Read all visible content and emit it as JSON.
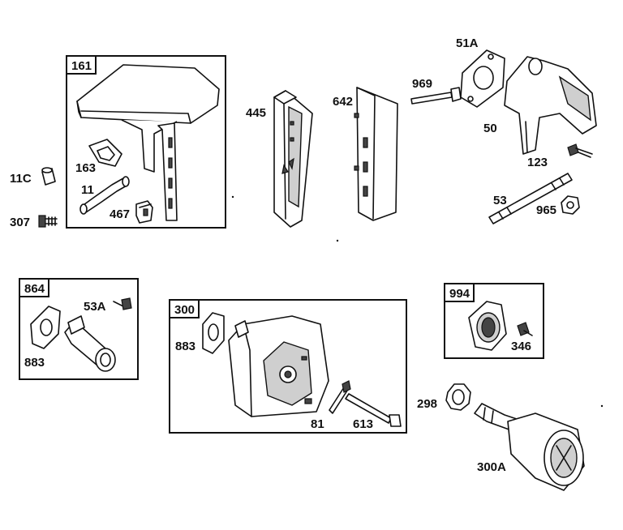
{
  "boxes": [
    {
      "id": "161",
      "label": "161"
    },
    {
      "id": "864",
      "label": "864"
    },
    {
      "id": "300",
      "label": "300"
    },
    {
      "id": "994",
      "label": "994"
    }
  ],
  "labels": {
    "p11c": "11C",
    "p307": "307",
    "p163": "163",
    "p11": "11",
    "p467": "467",
    "p445": "445",
    "p642": "642",
    "p969": "969",
    "p51a": "51A",
    "p50": "50",
    "p123": "123",
    "p53": "53",
    "p965": "965",
    "p53a": "53A",
    "p883a": "883",
    "p883b": "883",
    "p81": "81",
    "p613": "613",
    "p346": "346",
    "p298": "298",
    "p300a": "300A"
  }
}
